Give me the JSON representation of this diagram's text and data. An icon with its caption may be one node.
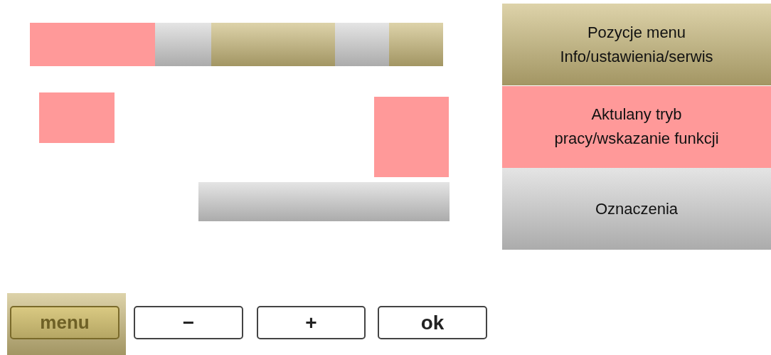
{
  "diagram": {
    "labels": [
      "menu",
      "−",
      "+",
      "ok"
    ],
    "legend": [
      {
        "text": "Pozycje menu Info/ustawienia/serwis",
        "color": "#cbbb7c"
      },
      {
        "text": "Aktulany tryb pracy/wskazanie funkcji",
        "color": "#ff9999"
      },
      {
        "text": "Oznaczenia",
        "color": "#d6d6d6"
      }
    ]
  }
}
